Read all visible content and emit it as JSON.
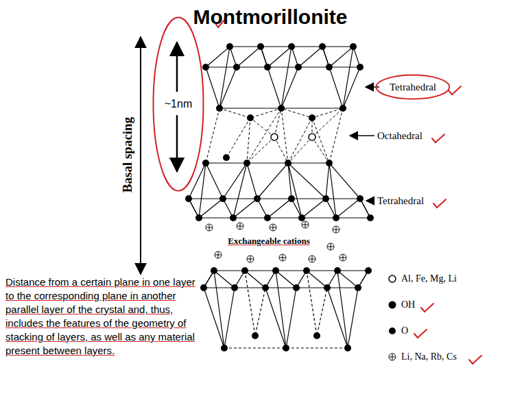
{
  "diagram": {
    "title": "Montmorillonite",
    "nodes": [
      {
        "text": [
          "~1nm"
        ]
      },
      {
        "text": [
          "Tetrahedral"
        ]
      }
    ],
    "labels": [
      "Basal spacing",
      "Octahedral",
      "Tetrahedral",
      "Exchangeable cations",
      "Distance from a certain plane in one layer to the corresponding plane in another parallel layer of the crystal and, thus, includes the features of the geometry of stacking of layers, as well as any material present between layers."
    ],
    "legend": [
      {
        "text": "Al, Fe, Mg, Li"
      },
      {
        "text": "OH"
      },
      {
        "text": "O"
      },
      {
        "text": "Li, Na, Rb, Cs"
      }
    ]
  }
}
